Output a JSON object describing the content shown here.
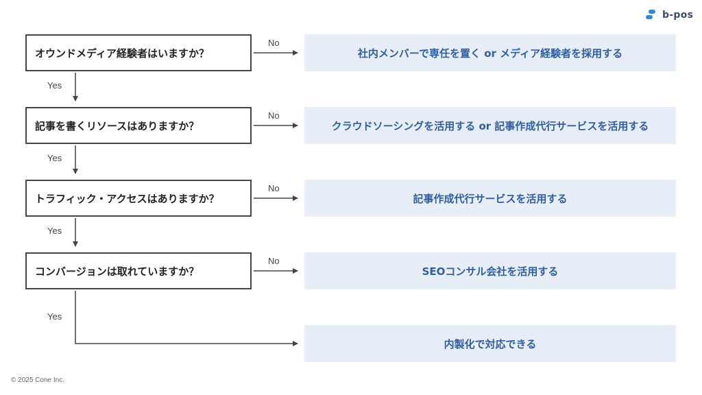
{
  "brand": {
    "name": "b-pos",
    "logo_icon": "b-pos-logo-icon",
    "accent_color": "#3d4a73"
  },
  "flow": {
    "questions": [
      {
        "text": "オウンドメディア経験者はいますか？"
      },
      {
        "text": "記事を書くリソースはありますか？"
      },
      {
        "text": "トラフィック・アクセスはありますか？"
      },
      {
        "text": "コンバージョンは取れていますか？"
      }
    ],
    "outcomes": [
      {
        "text": "社内メンバーで専任を置く or メディア経験者を採用する"
      },
      {
        "text": "クラウドソーシングを活用する or 記事作成代行サービスを活用する"
      },
      {
        "text": "記事作成代行サービスを活用する"
      },
      {
        "text": "SEOコンサル会社を活用する"
      },
      {
        "text": "内製化で対応できる"
      }
    ],
    "no_label": "No",
    "yes_label": "Yes"
  },
  "footer": {
    "copyright": "© 2025 Cone Inc."
  },
  "colors": {
    "outcome_background": "#e7eef7",
    "outcome_text": "#2f5ea8",
    "connector": "#444444"
  }
}
